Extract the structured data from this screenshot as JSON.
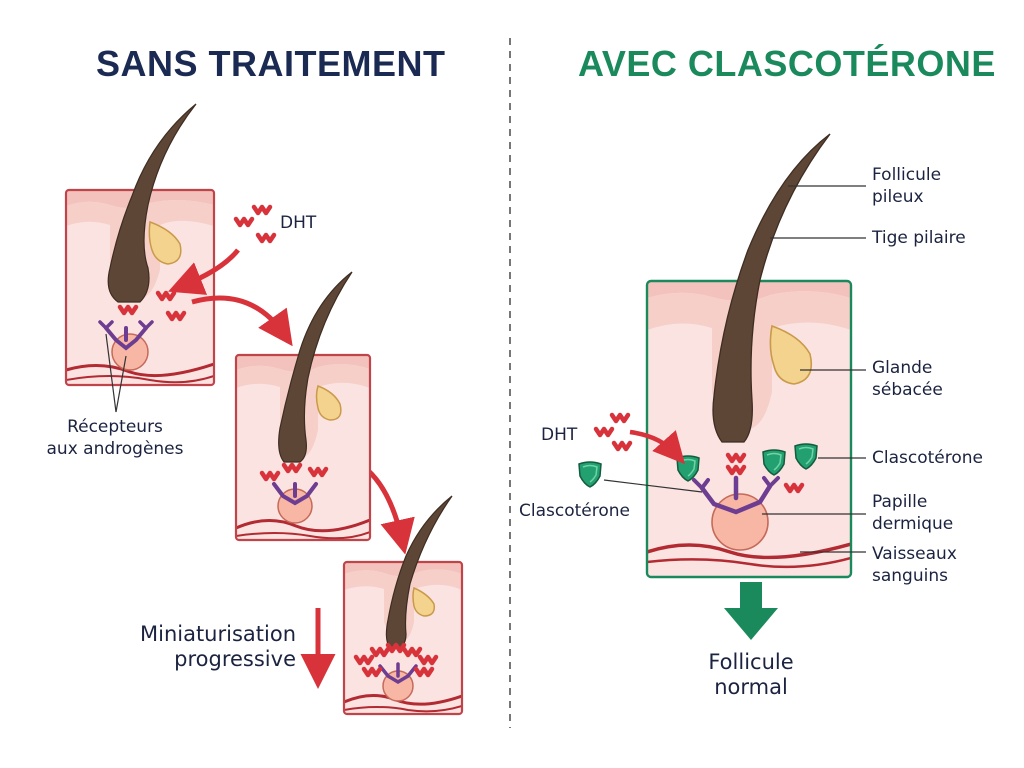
{
  "titles": {
    "left": "SANS TRAITEMENT",
    "right": "AVEC CLASCOTÉRONE",
    "left_color": "#1b2a52",
    "right_color": "#1a8a5c"
  },
  "left_panel": {
    "dht": "DHT",
    "receptors": [
      "Récepteurs",
      "aux androgènes"
    ],
    "miniaturization": [
      "Miniaturisation",
      "progressive"
    ]
  },
  "right_panel": {
    "dht": "DHT",
    "clascoterone_left": "Clascotérone",
    "result": [
      "Follicule",
      "normal"
    ],
    "labels": {
      "follicle": [
        "Follicule",
        "pileux"
      ],
      "hair_shaft": "Tige pilaire",
      "sebaceous_gland": [
        "Glande",
        "sébacée"
      ],
      "clascoterone": "Clascotérone",
      "dermal_papilla": [
        "Papille",
        "dermique"
      ],
      "blood_vessels": [
        "Vaisseaux",
        "sanguins"
      ]
    }
  },
  "colors": {
    "skin_border": "#c0444a",
    "skin_fill": "#fbe3e1",
    "epidermis": "#f3c2bd",
    "hair": "#5e4636",
    "papilla": "#f7b7a4",
    "gland": "#f4d38f",
    "receptor": "#6d3d91",
    "dht": "#d8323b",
    "blocker": "#23a070",
    "arrow_red": "#d8323b",
    "arrow_green": "#1a8a5c",
    "vessel": "#b22a32",
    "divider": "#555555"
  },
  "icons": {
    "dht_molecule": "dht-molecule-icon",
    "blocker": "clascoterone-shield-icon"
  }
}
